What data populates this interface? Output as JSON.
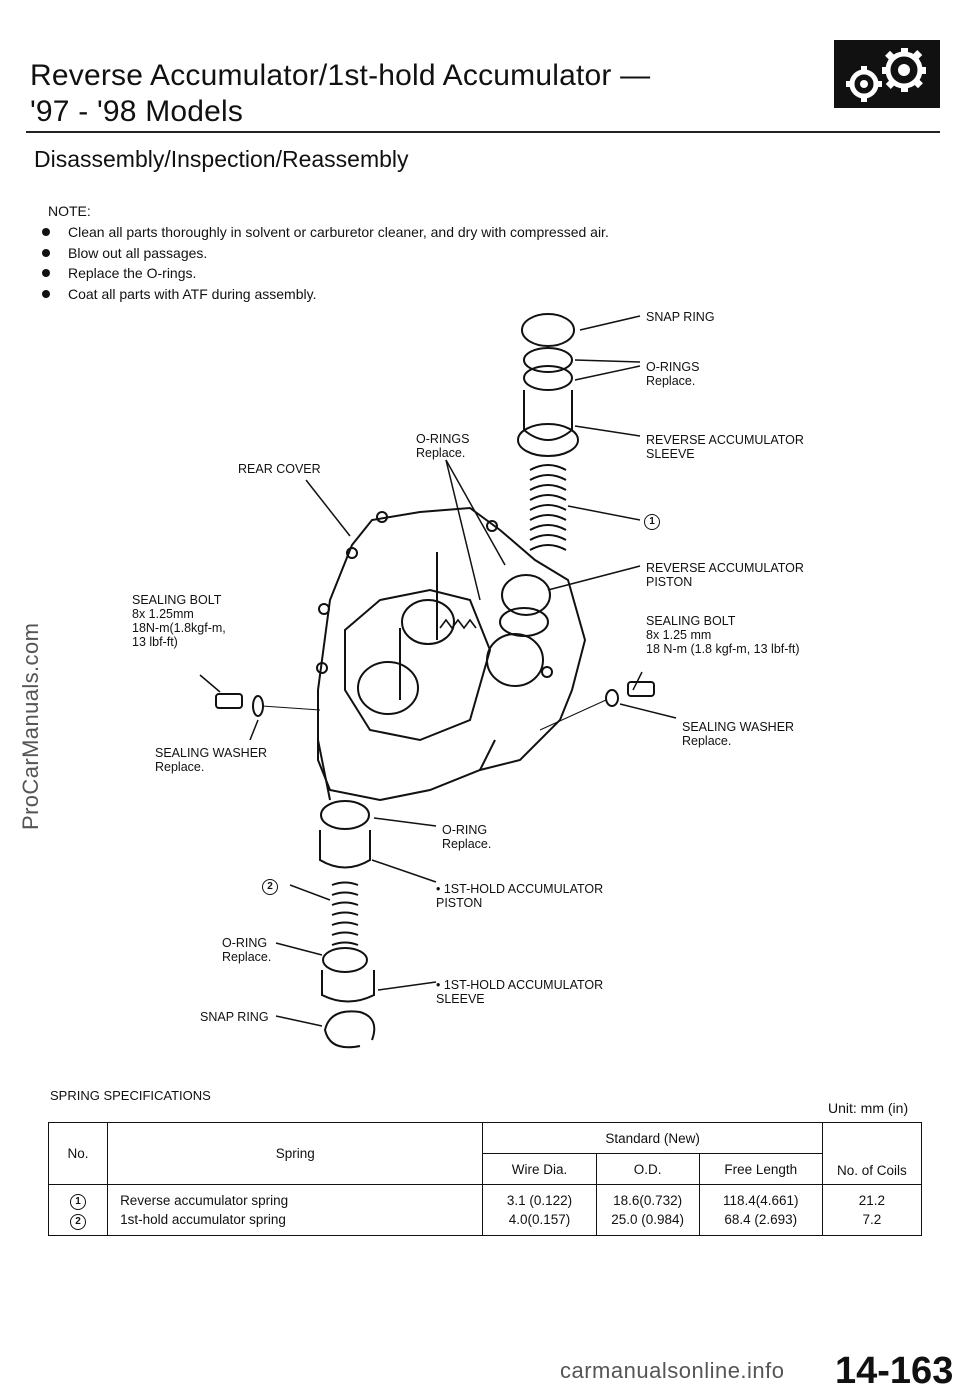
{
  "header": {
    "title_line1": "Reverse Accumulator/1st-hold Accumulator —",
    "title_line2": "'97 - '98 Models",
    "section": "Disassembly/Inspection/Reassembly"
  },
  "notes": {
    "label": "NOTE:",
    "items": [
      "Clean all parts thoroughly in solvent or carburetor cleaner, and dry with compressed air.",
      "Blow out all passages.",
      "Replace the O-rings.",
      "Coat all parts with ATF during assembly."
    ]
  },
  "diagram_labels": {
    "snap_ring_top": "SNAP RING",
    "orings_top": "O-RINGS\nReplace.",
    "rev_acc_sleeve": "REVERSE ACCUMULATOR\nSLEEVE",
    "circle1": "1",
    "rev_acc_piston": "REVERSE ACCUMULATOR\nPISTON",
    "sealing_bolt_right": "SEALING BOLT\n8x 1.25 mm\n18 N-m (1.8 kgf-m, 13 lbf-ft)",
    "sealing_washer_right": "SEALING WASHER\nReplace.",
    "orings_mid": "O-RINGS\nReplace.",
    "rear_cover": "REAR COVER",
    "sealing_bolt_left": "SEALING BOLT\n8x 1.25mm\n18N-m(1.8kgf-m,\n13 lbf-ft)",
    "sealing_washer_left": "SEALING WASHER\nReplace.",
    "oring_mid2": "O-RING\nReplace.",
    "hold_piston": "• 1ST-HOLD ACCUMULATOR\nPISTON",
    "circle2": "2",
    "oring_low": "O-RING\nReplace.",
    "hold_sleeve": "• 1ST-HOLD ACCUMULATOR\nSLEEVE",
    "snap_ring_bottom": "SNAP RING"
  },
  "spec": {
    "title": "SPRING SPECIFICATIONS",
    "unit": "Unit: mm (in)",
    "headers": {
      "no": "No.",
      "spring": "Spring",
      "standard": "Standard (New)",
      "wire": "Wire Dia.",
      "od": "O.D.",
      "free_length": "Free Length",
      "coils": "No. of Coils"
    },
    "rows": [
      {
        "no": "1",
        "spring": "Reverse accumulator spring",
        "wire": "3.1  (0.122)",
        "od": "18.6(0.732)",
        "free_length": "118.4(4.661)",
        "coils": "21.2"
      },
      {
        "no": "2",
        "spring": "1st-hold accumulator spring",
        "wire": "4.0(0.157)",
        "od": "25.0 (0.984)",
        "free_length": "68.4  (2.693)",
        "coils": "7.2"
      }
    ]
  },
  "watermark_side": "ProCarManuals.com",
  "watermark_footer": "carmanualsonline.info",
  "page_number": "14-163"
}
